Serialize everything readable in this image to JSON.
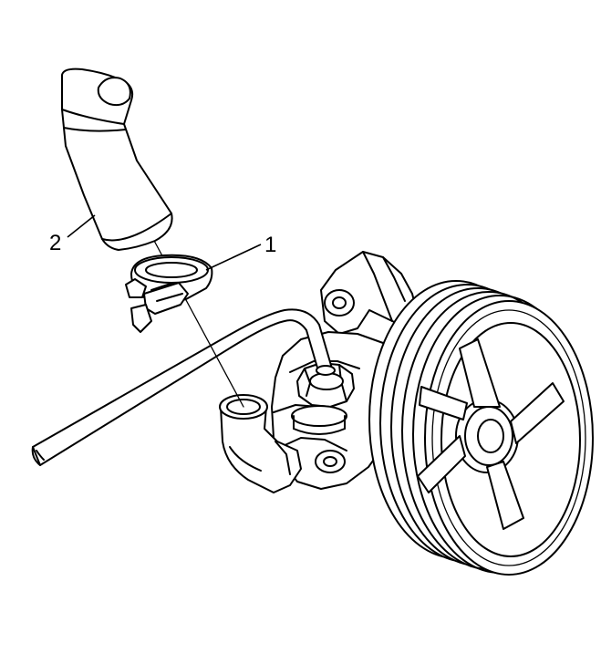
{
  "callouts": [
    {
      "id": "1",
      "label": "1",
      "part": "hose-clamp"
    },
    {
      "id": "2",
      "label": "2",
      "part": "inlet-hose"
    }
  ],
  "colors": {
    "line": "#000000",
    "background": "#ffffff"
  }
}
